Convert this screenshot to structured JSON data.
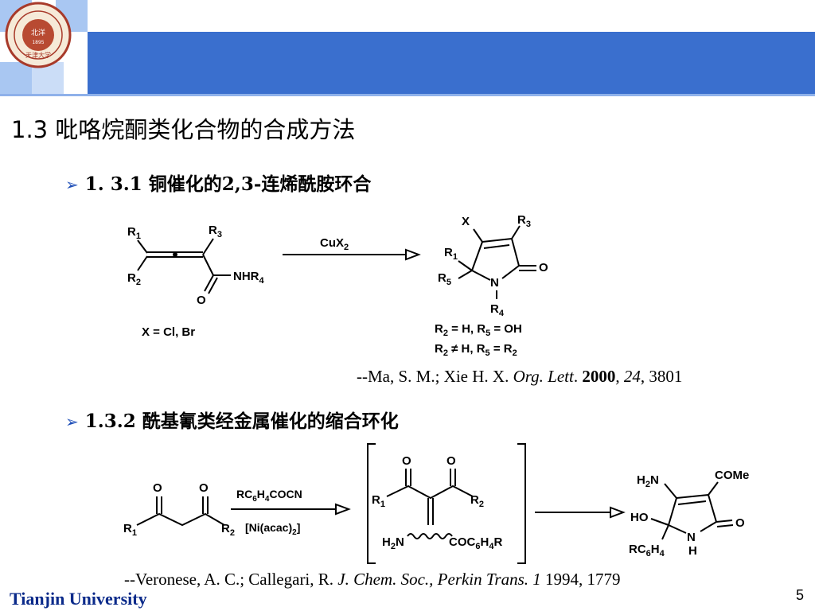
{
  "slide": {
    "title": "1.3 吡咯烷酮类化合物的合成方法",
    "footer": "Tianjin University",
    "page_number": "5"
  },
  "colors": {
    "header_band": "#3a6fce",
    "header_square": "#a9c7f2",
    "footer_text": "#0a2a8a",
    "arrow_bullet": "#1f4fb8"
  },
  "logo": {
    "text_bottom": "天津大学",
    "year": "1895",
    "center": "北洋"
  },
  "section1": {
    "bullet_icon": "arrow-bullet-icon",
    "heading": "1. 3.1 铜催化的2,3-连烯酰胺环合",
    "reagent": "CuX",
    "reagent_sub": "2",
    "note": "X = Cl, Br",
    "condition1": "R2 = H, R5 = OH",
    "condition2": "R2 ≠ H, R5 = R2",
    "reference": {
      "authors": "--Ma, S. M.; Xie H. X. ",
      "journal": "Org. Lett",
      "dot": ". ",
      "year": "2000",
      "comma1": ", ",
      "volume": "24",
      "pages": ", 3801"
    }
  },
  "section2": {
    "bullet_icon": "arrow-bullet-icon",
    "heading": "1.3.2 酰基氰类经金属催化的缩合环化",
    "reagent_top": "RC6H4COCN",
    "reagent_bottom": "[Ni(acac)2]",
    "reference": {
      "authors": "--Veronese, A. C.; Callegari, R. ",
      "journal": "J. Chem. Soc., Perkin Trans. 1",
      "rest": " 1994, 1779"
    }
  }
}
